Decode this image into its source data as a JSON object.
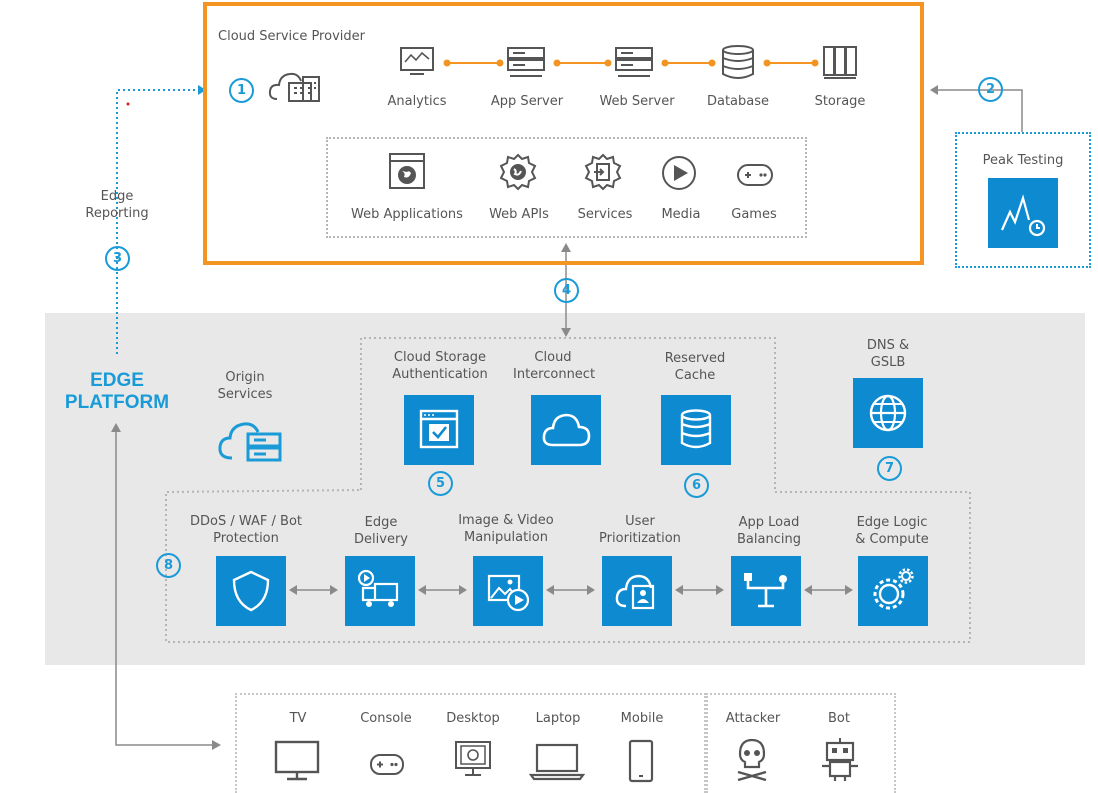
{
  "csp": {
    "title": "Cloud Service Provider",
    "top_row": [
      "Analytics",
      "App Server",
      "Web Server",
      "Database",
      "Storage"
    ],
    "inner_row": [
      "Web Applications",
      "Web APIs",
      "Services",
      "Media",
      "Games"
    ]
  },
  "peak": {
    "label": "Peak Testing"
  },
  "edge_reporting": "Edge\nReporting",
  "edge_platform": "EDGE\nPLATFORM",
  "origin_services": "Origin\nServices",
  "middle": [
    {
      "label": "Cloud Storage\nAuthentication",
      "icon": "browser-check-icon"
    },
    {
      "label": "Cloud\nInterconnect",
      "icon": "cloud-icon"
    },
    {
      "label": "Reserved\nCache",
      "icon": "database-icon"
    }
  ],
  "dns": {
    "label": "DNS &\nGSLB",
    "icon": "globe-icon"
  },
  "bottom": [
    {
      "label": "DDoS / WAF / Bot\nProtection",
      "icon": "shield-icon"
    },
    {
      "label": "Edge\nDelivery",
      "icon": "delivery-truck-icon"
    },
    {
      "label": "Image & Video\nManipulation",
      "icon": "image-video-icon"
    },
    {
      "label": "User\nPrioritization",
      "icon": "user-cloud-icon"
    },
    {
      "label": "App Load\nBalancing",
      "icon": "load-balance-icon"
    },
    {
      "label": "Edge Logic\n& Compute",
      "icon": "gears-icon"
    }
  ],
  "devices": [
    "TV",
    "Console",
    "Desktop",
    "Laptop",
    "Mobile"
  ],
  "threats": [
    "Attacker",
    "Bot"
  ],
  "numbers": [
    "1",
    "2",
    "3",
    "4",
    "5",
    "6",
    "7",
    "8"
  ],
  "colors": {
    "accent": "#1a9bd7",
    "tile": "#0d8ad0",
    "provider_border": "#f39423",
    "edge_bg": "#e8e8e8"
  }
}
